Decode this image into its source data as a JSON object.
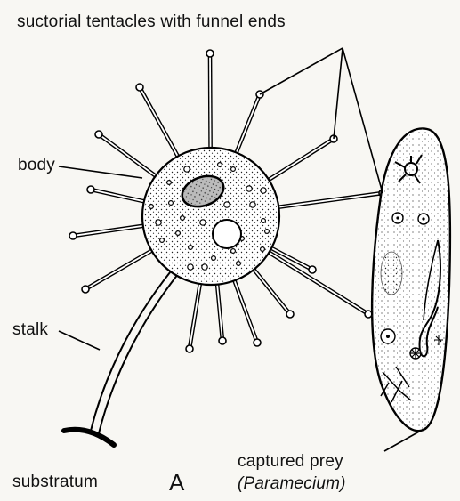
{
  "diagram": {
    "labels": {
      "tentacles": "suctorial tentacles with funnel ends",
      "body": "body",
      "stalk": "stalk",
      "substratum": "substratum",
      "figure_letter": "A",
      "prey": "captured prey",
      "prey_name": "(Paramecium)"
    }
  }
}
